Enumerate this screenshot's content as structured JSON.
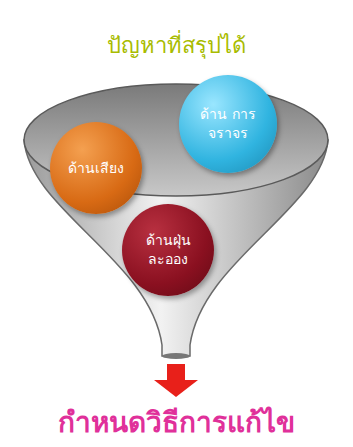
{
  "diagram": {
    "title": "ปัญหาที่สรุปได้",
    "nodes": [
      {
        "text": [
          "ด้านเสียง"
        ]
      },
      {
        "text": [
          "ด้าน การจราจร"
        ]
      },
      {
        "text": [
          "ด้านฝุ่น ละออง"
        ]
      }
    ],
    "labels": [
      "กำหนดวิธีการแก้ไข"
    ]
  }
}
